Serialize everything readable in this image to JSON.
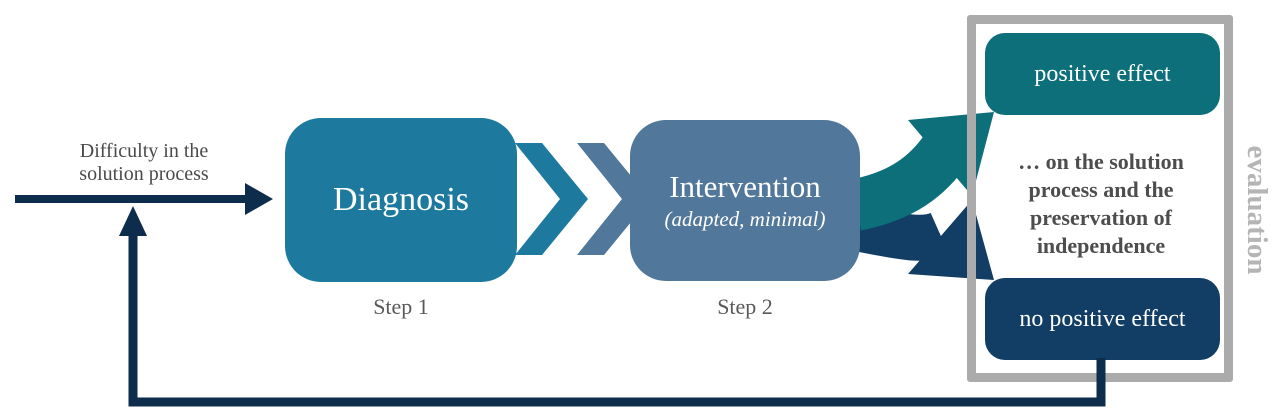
{
  "diagram_title": "intervention process loop",
  "labels": {
    "difficulty": "Difficulty in the\nsolution process",
    "diagnosis": "Diagnosis",
    "step1": "Step 1",
    "intervention": "Intervention",
    "intervention_sub": "(adapted, minimal)",
    "step2": "Step 2",
    "positive_effect": "positive effect",
    "evaluation_description": "… on the solution\nprocess and the\npreservation of\nindependence",
    "no_positive_effect": "no positive effect",
    "evaluation": "evaluation"
  },
  "colors": {
    "teal_blue_box": "#1d7a9e",
    "blue_gray_box": "#51779a",
    "dark_teal_box": "#0d6f79",
    "dark_navy_box": "#123d64",
    "flow_line": "#0e2c4b",
    "panel_border_gray": "#ababab",
    "evaluation_text_gray": "#b5b5b5",
    "body_text_gray": "#4a4a4a",
    "step_text_gray": "#595959"
  }
}
